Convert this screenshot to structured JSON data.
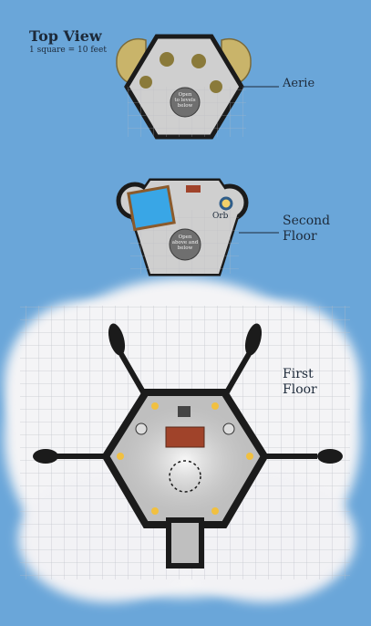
{
  "map": {
    "title": "Top View",
    "scale": "1 square = 10 feet",
    "labels": {
      "aerie": "Aerie",
      "second_floor_line1": "Second",
      "second_floor_line2": "Floor",
      "first_floor_line1": "First",
      "first_floor_line2": "Floor",
      "orb": "Orb"
    },
    "notes": {
      "aerie_open_1": "Open",
      "aerie_open_2": "to levels",
      "aerie_open_3": "below",
      "second_open_1": "Open",
      "second_open_2": "above and",
      "second_open_3": "below"
    },
    "colors": {
      "sky": "#6aa6d9",
      "cloud": "#f4f4f6",
      "floor": "#cfcfcf",
      "wall": "#1b1b1b",
      "grid": "#b9bcc4",
      "water": "#39a6e6",
      "nest": "#c9b46a"
    }
  }
}
